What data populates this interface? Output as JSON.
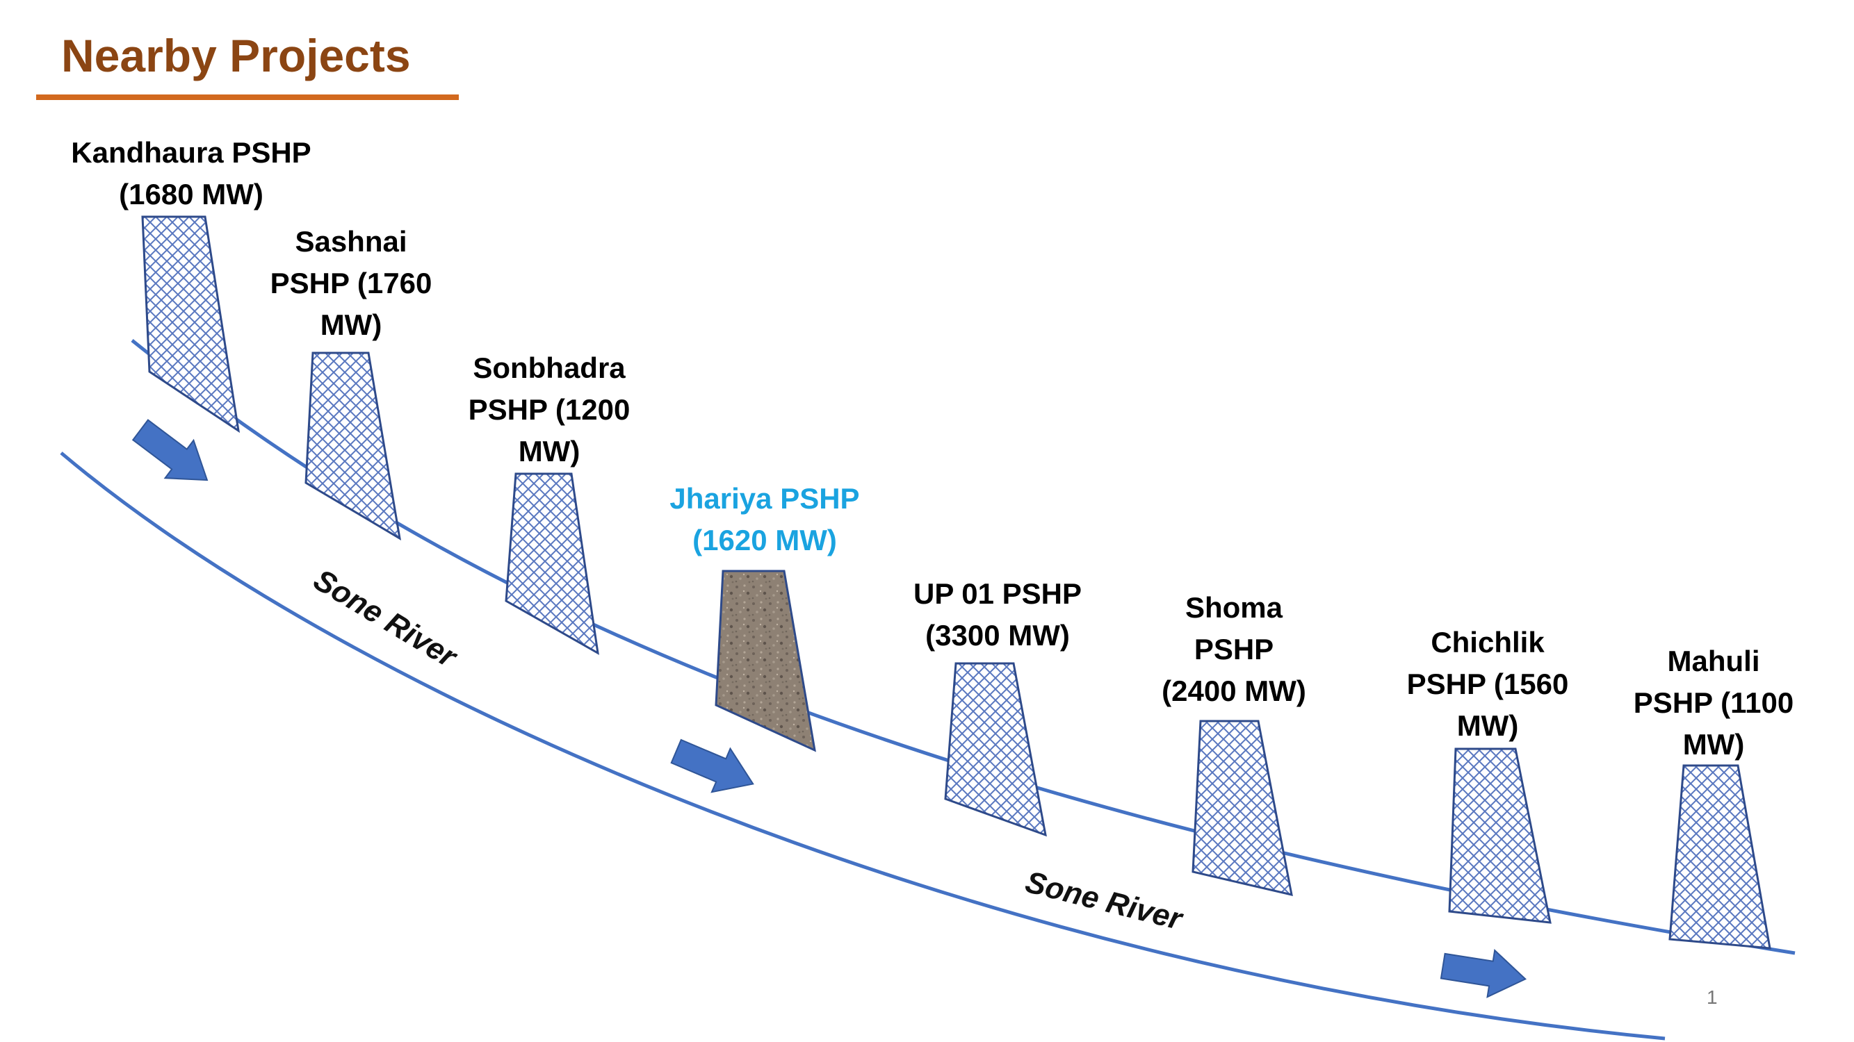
{
  "title": "Nearby Projects",
  "river_labels": [
    "Sone River",
    "Sone River"
  ],
  "projects": [
    {
      "lines": [
        "Kandhaura PSHP",
        "(1680 MW)"
      ],
      "highlight": false
    },
    {
      "lines": [
        "Sashnai",
        "PSHP (1760",
        "MW)"
      ],
      "highlight": false
    },
    {
      "lines": [
        "Sonbhadra",
        "PSHP (1200",
        "MW)"
      ],
      "highlight": false
    },
    {
      "lines": [
        "Jhariya PSHP",
        "(1620 MW)"
      ],
      "highlight": true
    },
    {
      "lines": [
        "UP 01 PSHP",
        "(3300 MW)"
      ],
      "highlight": false
    },
    {
      "lines": [
        "Shoma",
        "PSHP",
        "(2400 MW)"
      ],
      "highlight": false
    },
    {
      "lines": [
        "Chichlik",
        "PSHP (1560",
        "MW)"
      ],
      "highlight": false
    },
    {
      "lines": [
        "Mahuli",
        "PSHP (1100",
        "MW)"
      ],
      "highlight": false
    }
  ],
  "page_number": "1",
  "colors": {
    "title": "#8b4513",
    "underline": "#d2691e",
    "river_line": "#4472c4",
    "arrow": "#4472c4",
    "highlight_text": "#1aa3e0",
    "dam_outline": "#2e4a8a",
    "dam_hatch": "#5a78c0",
    "highlight_dam_fill": "#8b7d70"
  }
}
